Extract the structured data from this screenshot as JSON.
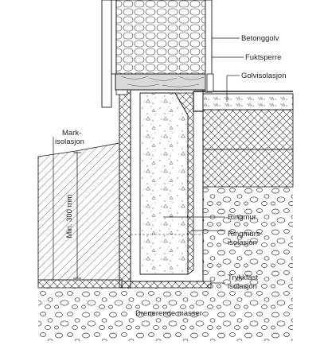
{
  "labels": {
    "betonggolv": "Betonggolv",
    "fuktsperre": "Fuktsperre",
    "golvisolasjon": "Golvisolasjon",
    "mark_line1": "Mark-",
    "mark_line2": "isolasjon",
    "ringmur": "Ringmur",
    "ringmurs_line1": "Ringmurs-",
    "ringmurs_line2": "isolasjon",
    "trykkfast_line1": "Trykkfast",
    "trykkfast_line2": "isolasjon",
    "drenerende": "Drenerende masser",
    "min_dimension": "Min. 300 mm"
  },
  "colors": {
    "line": "#1a1a1a",
    "ground_fill": "#f2f2f2",
    "timber": "#d9d9d9"
  }
}
